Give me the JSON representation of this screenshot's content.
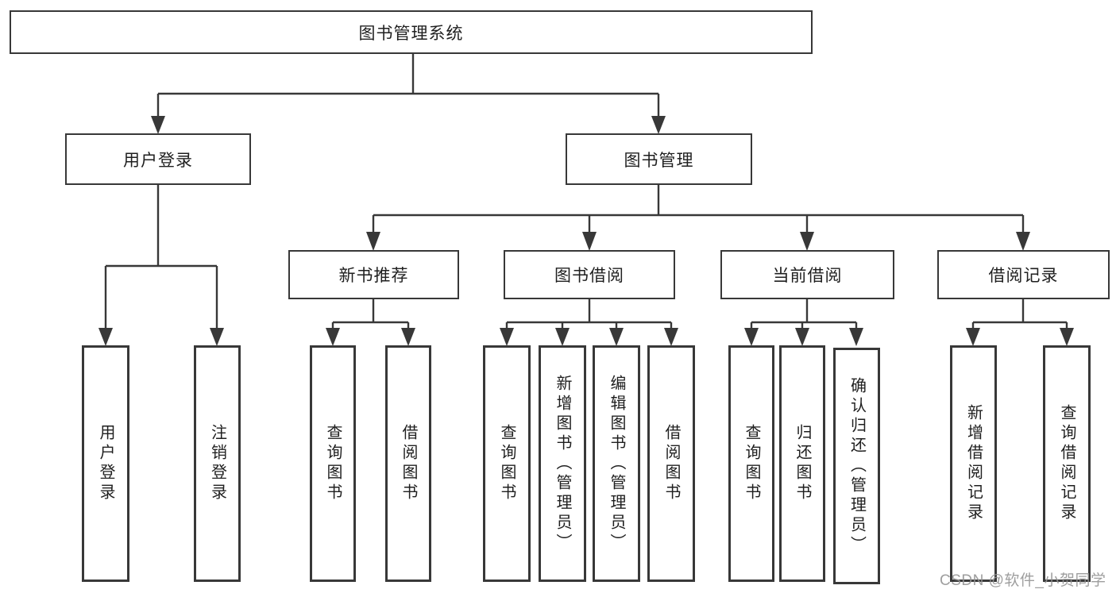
{
  "diagram": {
    "colors": {
      "line": "#383838",
      "box_border": "#383838",
      "text": "#1f1f1f",
      "background": "#ffffff",
      "watermark": "#949494"
    },
    "nodes": {
      "root": "图书管理系统",
      "user_login": "用户登录",
      "book_management": "图书管理",
      "new_book_recommendation": "新书推荐",
      "book_borrowing": "图书借阅",
      "current_borrowing": "当前借阅",
      "borrowing_records": "借阅记录",
      "leaf_user_login": "用户登录",
      "leaf_logout": "注销登录",
      "leaf_nbr_query_books": "查询图书",
      "leaf_nbr_borrow_books": "借阅图书",
      "leaf_bb_query_books": "查询图书",
      "leaf_bb_add_books": "新增图书（管理员）",
      "leaf_bb_edit_books": "编辑图书（管理员）",
      "leaf_bb_borrow_books": "借阅图书",
      "leaf_cb_query_books": "查询图书",
      "leaf_cb_return_books": "归还图书",
      "leaf_cb_confirm_return": "确认归还（管理员）",
      "leaf_br_add_record": "新增借阅记录",
      "leaf_br_query_record": "查询借阅记录"
    },
    "hierarchy": {
      "图书管理系统": {
        "用户登录": [
          "用户登录",
          "注销登录"
        ],
        "图书管理": {
          "新书推荐": [
            "查询图书",
            "借阅图书"
          ],
          "图书借阅": [
            "查询图书",
            "新增图书（管理员）",
            "编辑图书（管理员）",
            "借阅图书"
          ],
          "当前借阅": [
            "查询图书",
            "归还图书",
            "确认归还（管理员）"
          ],
          "借阅记录": [
            "新增借阅记录",
            "查询借阅记录"
          ]
        }
      }
    },
    "watermark": "CSDN @软件_小贺同学"
  }
}
